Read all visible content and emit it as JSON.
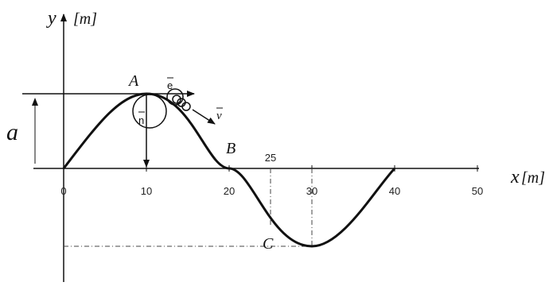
{
  "axes": {
    "y_var": "y",
    "y_unit": "[m]",
    "x_var": "x",
    "x_unit": "[m]",
    "x_ticks": [
      "0",
      "10",
      "20",
      "30",
      "40",
      "50"
    ],
    "tick_25": "25"
  },
  "labels": {
    "amplitude": "a",
    "point_a": "A",
    "point_b": "B",
    "point_c": "C",
    "tangent_unit": "e",
    "normal_unit": "n",
    "velocity": "v"
  },
  "colors": {
    "ink": "#111111",
    "guide": "#444444"
  }
}
